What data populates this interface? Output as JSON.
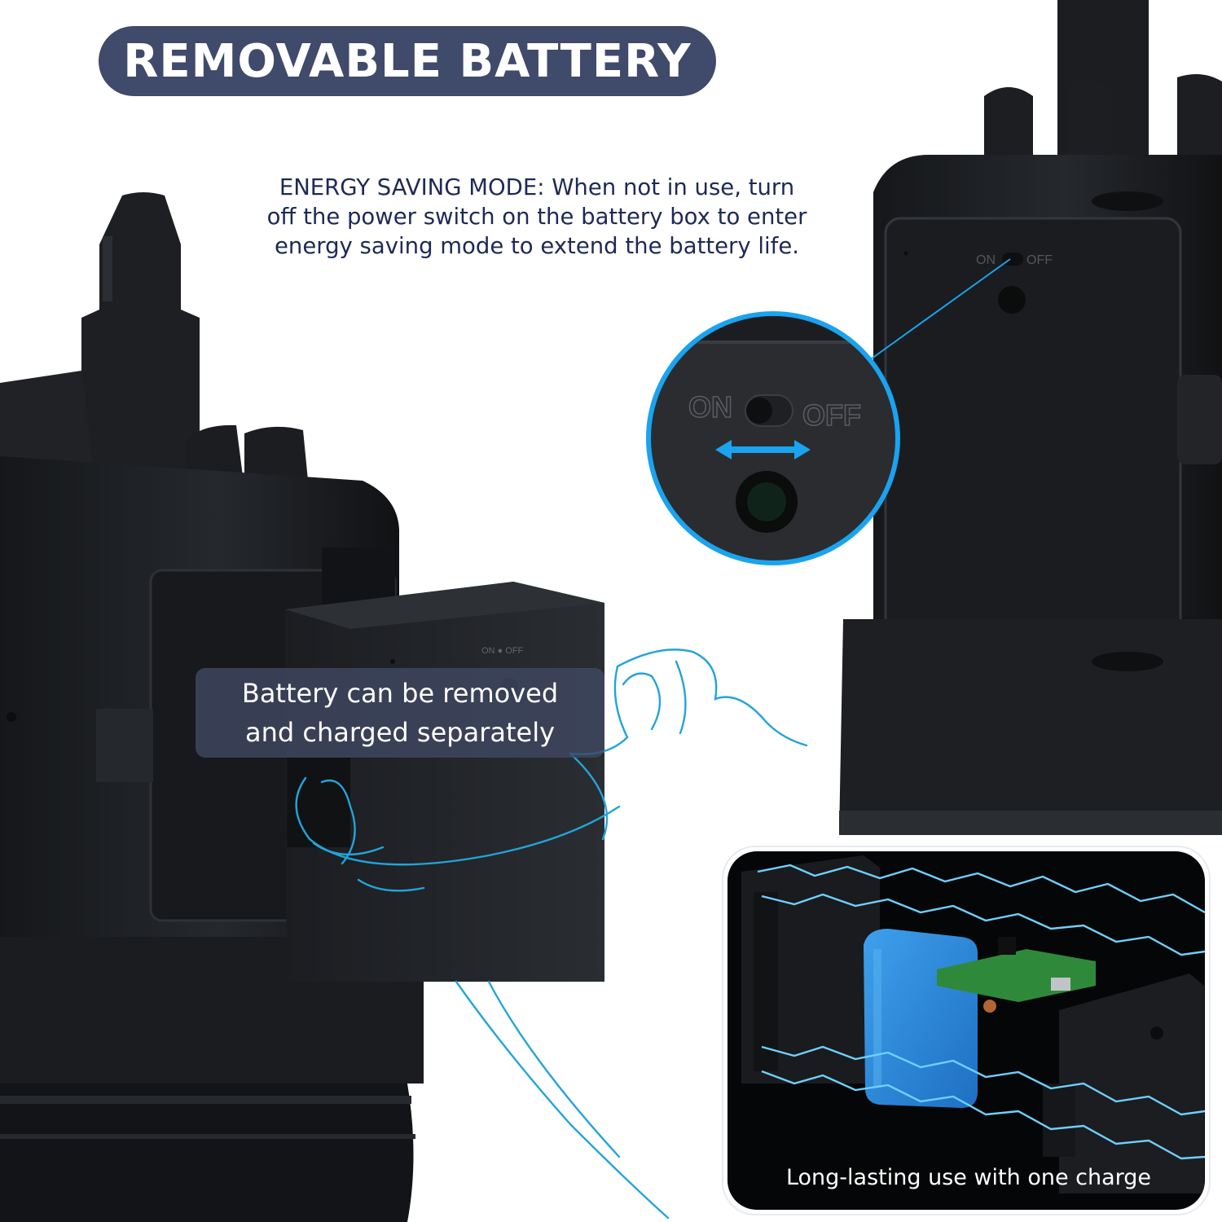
{
  "header": {
    "title": "REMOVABLE BATTERY"
  },
  "energy_mode": {
    "lines": [
      "ENERGY SAVING MODE: When not in use, turn",
      "off the power switch on the battery box to enter",
      "energy saving mode to extend the battery life."
    ]
  },
  "callout": {
    "lines": [
      "Battery can be removed",
      "and charged separately"
    ]
  },
  "switch_labels": {
    "on": "ON",
    "off": "OFF"
  },
  "inset": {
    "caption": "Long-lasting use with one charge"
  },
  "colors": {
    "title_pill": "#404a6a",
    "text_navy": "#1e2a55",
    "device_black": "#1e2024",
    "accent_blue": "#1aa3ef",
    "battery_blue": "#2f86d8",
    "circuit_green": "#2e8a3a"
  }
}
